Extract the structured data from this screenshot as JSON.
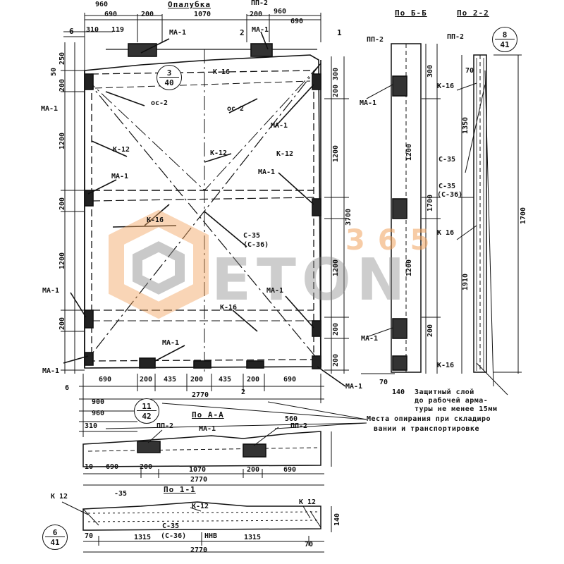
{
  "titles": {
    "formwork": "Опалубка",
    "sec_bb": "По Б-Б",
    "sec_22": "По 2-2",
    "sec_aa": "По А-А",
    "sec_11": "По 1-1"
  },
  "callouts": {
    "c1": {
      "top": "3",
      "bottom": "40"
    },
    "c2": {
      "top": "8",
      "bottom": "41"
    },
    "c3": {
      "top": "11",
      "bottom": "42"
    },
    "c4": {
      "top": "6",
      "bottom": "41"
    }
  },
  "marks": {
    "ma1": "МА-1",
    "pp2": "ПП-2",
    "os2": "ос-2",
    "k12": "К-12",
    "k16": "К-16",
    "c35": "С-35",
    "c36": "(С-36)",
    "c35b": "С-35",
    "c36b": "(С-36)",
    "k16b": "К-16",
    "c35c": "С-35",
    "c35d": "-35"
  },
  "dims": {
    "top_960": "960",
    "top_690": "690",
    "top_1070": "1070",
    "top_200a": "200",
    "top_200b": "200",
    "top_960r": "960",
    "top_690r": "690",
    "top_310": "310",
    "top_119": "119",
    "six": "6",
    "one": "1",
    "two": "2",
    "bot_690": "690",
    "bot_200a": "200",
    "bot_435a": "435",
    "bot_200b": "200",
    "bot_435b": "435",
    "bot_200c": "200",
    "bot_690r": "690",
    "bot_2770": "2770",
    "bot_900": "900",
    "bot_960": "960",
    "bot_310": "310",
    "aa_690": "690",
    "aa_200": "200",
    "aa_1070": "1070",
    "aa_200r": "200",
    "aa_690r": "690",
    "aa_2770": "2770",
    "aa_10": "10",
    "aa_560": "560",
    "s11_70": "70",
    "s11_1315": "1315",
    "s11_1315r": "1315",
    "s11_70r": "70",
    "s11_2770": "2770",
    "s11_140": "140",
    "s11_k12a": "К 12",
    "s11_k12b": "К-12",
    "s11_k12c": "К 12",
    "s11_c35": "С-35",
    "s11_c36": "(С-36)",
    "s11_nnb": "ННВ",
    "l_1200a": "1200",
    "l_1200b": "1200",
    "l_200a": "200",
    "l_200b": "200",
    "l_200c": "200",
    "l_250": "250",
    "l_50": "50",
    "r_1200a": "1200",
    "r_1200b": "1200",
    "r_3700": "3700",
    "r_200a": "200",
    "r_200b": "200",
    "r_200c": "200",
    "r_300": "300",
    "bb_1200a": "1200",
    "bb_1200b": "1200",
    "bb_1700": "1700",
    "bb_200": "200",
    "bb_300": "300",
    "bb_70": "70",
    "bb_140": "140",
    "s22_1350": "1350",
    "s22_1910": "1910",
    "s22_1700": "1700",
    "s22_70": "70",
    "s22_k16": "К-16",
    "s22_c35": "С-35",
    "s22_c36": "(С-36)",
    "s22_ok16": "К 16"
  },
  "notes": {
    "protect1": "Защитный слой",
    "protect2": "до рабочей арма-",
    "protect3": "туры не менее 15мм",
    "support1": "Места опирания при складиро",
    "support2": "вании и транспортировке"
  },
  "watermark": {
    "brand": "ETON",
    "num": "365",
    "brand_color": "#8a8a8a",
    "accent_color": "#f2a35e"
  }
}
